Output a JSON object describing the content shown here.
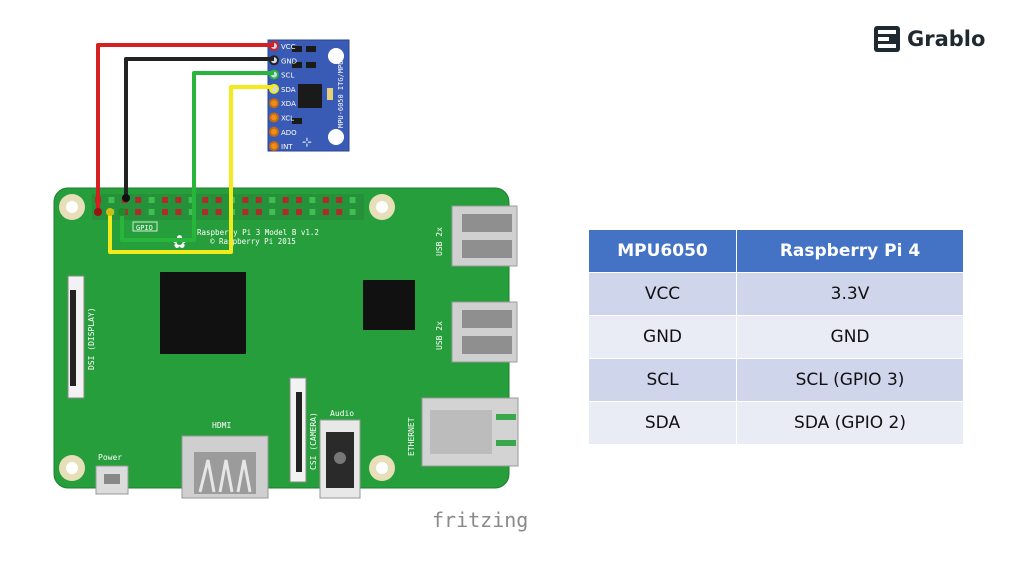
{
  "logo": {
    "name": "Grablo"
  },
  "module": {
    "pins": [
      "VCC",
      "GND",
      "SCL",
      "SDA",
      "XDA",
      "XCL",
      "ADO",
      "INT"
    ],
    "chip_label": "MPU-6050 ITG/MPU"
  },
  "board": {
    "model": "Raspberry Pi 3 Model B v1.2",
    "copyright": "© Raspberry Pi 2015",
    "gpio_label": "GPIO",
    "usb_label": "USB 2x",
    "ethernet_label": "ETHERNET",
    "hdmi_label": "HDMI",
    "power_label": "Power",
    "audio_label": "Audio",
    "dsi_label": "DSI (DISPLAY)",
    "csi_label": "CSI (CAMERA)"
  },
  "watermark": "fritzing",
  "table": {
    "headers": [
      "MPU6050",
      "Raspberry Pi 4"
    ],
    "rows": [
      [
        "VCC",
        "3.3V"
      ],
      [
        "GND",
        "GND"
      ],
      [
        "SCL",
        "SCL (GPIO 3)"
      ],
      [
        "SDA",
        "SDA (GPIO 2)"
      ]
    ]
  },
  "colors": {
    "board": "#279e3c",
    "module": "#3a5bb5",
    "wire_vcc": "#d42020",
    "wire_gnd": "#222222",
    "wire_scl": "#27b53b",
    "wire_sda": "#f2ea1a",
    "table_header": "#4472c4"
  }
}
